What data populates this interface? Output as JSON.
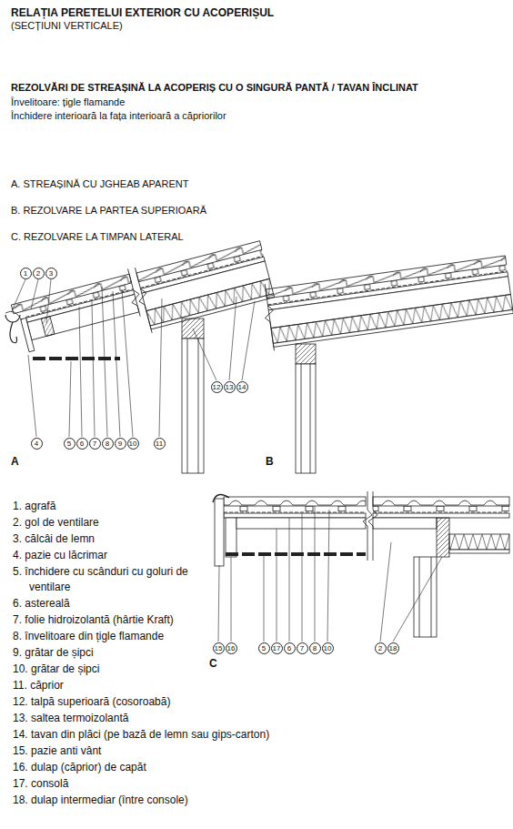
{
  "diagram": {
    "title": "RELAȚIA PERETELUI EXTERIOR CU ACOPERIȘUL",
    "labels": [
      "(SECȚIUNI VERTICALE)",
      "REZOLVĂRI DE STREAȘINĂ LA ACOPERIȘ CU O SINGURĂ PANTĂ / TAVAN ÎNCLINAT",
      "Învelitoare: țigle flamande",
      "Închidere interioară la fața interioară a căpriorilor",
      "A. STREAȘINĂ CU JGHEAB APARENT",
      "B. REZOLVARE LA PARTEA SUPERIOARĂ",
      "C. REZOLVARE LA TIMPAN LATERAL",
      "1",
      "2",
      "3",
      "4",
      "5",
      "6",
      "7",
      "8",
      "9",
      "10",
      "11",
      "12",
      "13",
      "14",
      "A",
      "B",
      "1. agrafă",
      "2. gol de ventilare",
      "3. călcâi de lemn",
      "4. pazie cu lăcrimar",
      "5. închidere cu scânduri cu goluri de ventilare",
      "6. astereală",
      "7. folie hidroizolantă (hârtie Kraft)",
      "8. învelitoare din țigle flamande",
      "9. grătar de șipci",
      "10. grătar de șipci",
      "11. căprior",
      "12. talpă superioară (cosoroabă)",
      "13. saltea termoizolantă",
      "14. tavan din plăci (pe bază de lemn sau gips-carton)",
      "15. pazie anti vânt",
      "16. dulap (căprior) de capăt",
      "17. consolă",
      "18. dulap intermediar (între console)",
      "C",
      "15",
      "16",
      "5",
      "17",
      "6",
      "7",
      "8",
      "10",
      "2",
      "18"
    ]
  }
}
